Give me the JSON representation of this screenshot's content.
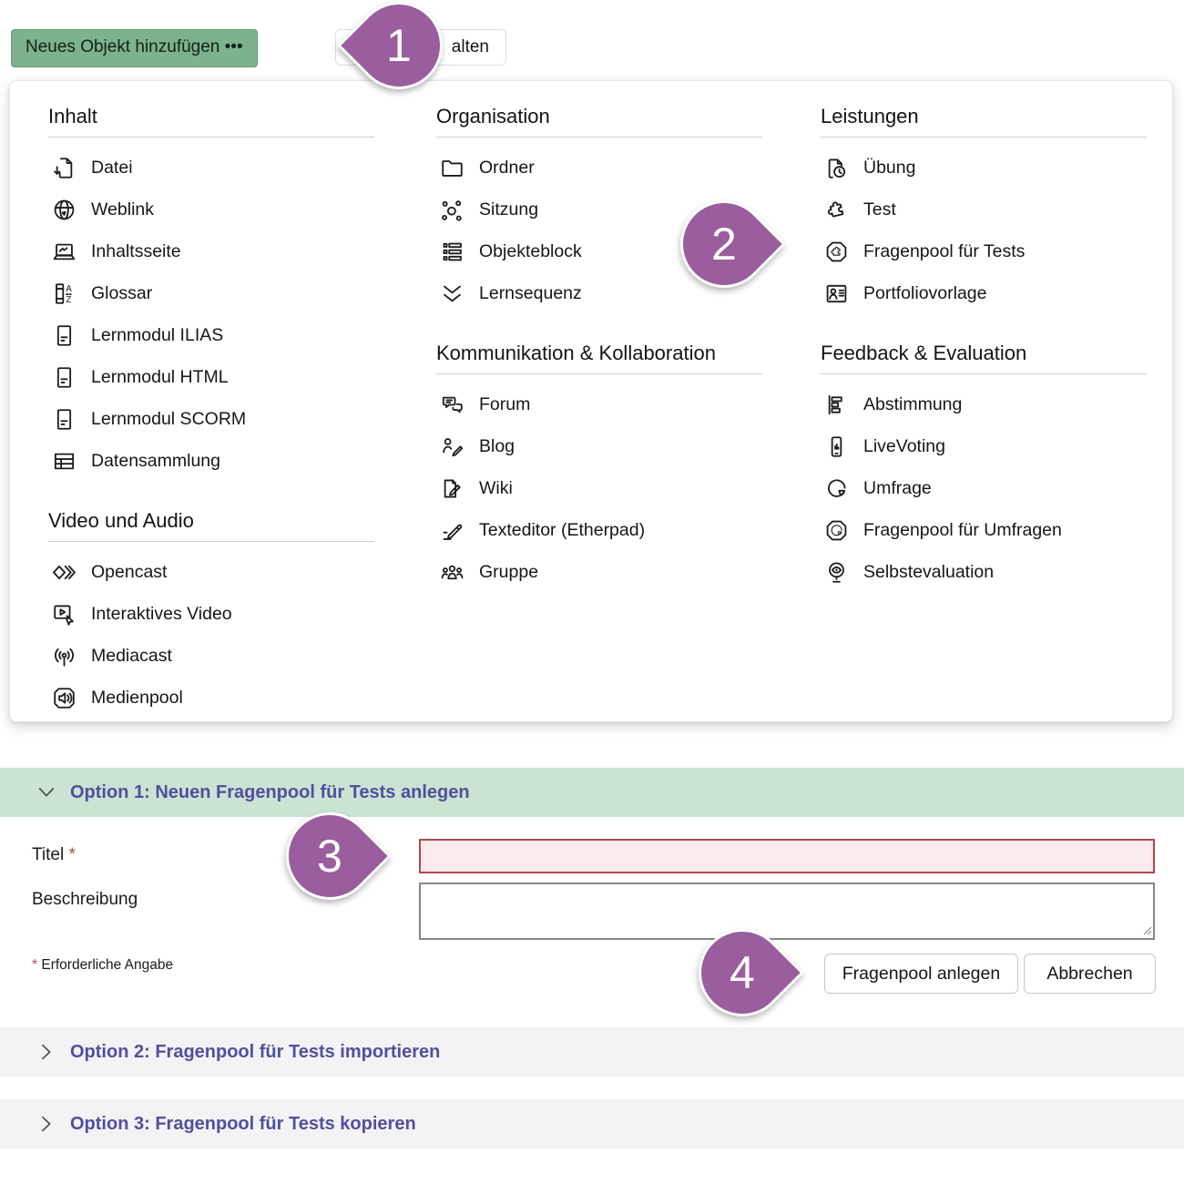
{
  "toolbar": {
    "add_object_button": "Neues Objekt hinzufügen •••",
    "partial_button_visible_label": "alten"
  },
  "menu": {
    "columns": [
      {
        "sections": [
          {
            "title": "Inhalt",
            "items": [
              {
                "icon": "file-download-icon",
                "label": "Datei"
              },
              {
                "icon": "globe-icon",
                "label": "Weblink"
              },
              {
                "icon": "content-page-icon",
                "label": "Inhaltsseite"
              },
              {
                "icon": "glossary-icon",
                "label": "Glossar"
              },
              {
                "icon": "learning-module-icon",
                "label": "Lernmodul ILIAS"
              },
              {
                "icon": "learning-module-icon",
                "label": "Lernmodul HTML"
              },
              {
                "icon": "learning-module-icon",
                "label": "Lernmodul SCORM"
              },
              {
                "icon": "data-collection-icon",
                "label": "Datensammlung"
              }
            ]
          },
          {
            "title": "Video und Audio",
            "items": [
              {
                "icon": "opencast-icon",
                "label": "Opencast"
              },
              {
                "icon": "interactive-video-icon",
                "label": "Interaktives Video"
              },
              {
                "icon": "mediacast-icon",
                "label": "Mediacast"
              },
              {
                "icon": "media-pool-icon",
                "label": "Medienpool"
              }
            ]
          }
        ]
      },
      {
        "sections": [
          {
            "title": "Organisation",
            "items": [
              {
                "icon": "folder-icon",
                "label": "Ordner"
              },
              {
                "icon": "session-icon",
                "label": "Sitzung"
              },
              {
                "icon": "item-group-icon",
                "label": "Objekteblock"
              },
              {
                "icon": "learning-sequence-icon",
                "label": "Lernsequenz"
              }
            ]
          },
          {
            "title": "Kommunikation & Kollabo­ration",
            "items": [
              {
                "icon": "forum-icon",
                "label": "Forum"
              },
              {
                "icon": "blog-icon",
                "label": "Blog"
              },
              {
                "icon": "wiki-icon",
                "label": "Wiki"
              },
              {
                "icon": "text-editor-icon",
                "label": "Texteditor (Etherpad)"
              },
              {
                "icon": "group-icon",
                "label": "Gruppe"
              }
            ]
          }
        ]
      },
      {
        "sections": [
          {
            "title": "Leistungen",
            "items": [
              {
                "icon": "exercise-icon",
                "label": "Übung"
              },
              {
                "icon": "test-icon",
                "label": "Test"
              },
              {
                "icon": "question-pool-test-icon",
                "label": "Fragenpool für Tests"
              },
              {
                "icon": "portfolio-template-icon",
                "label": "Portfoliovorlage"
              }
            ]
          },
          {
            "title": "Feedback & Evaluation",
            "items": [
              {
                "icon": "poll-icon",
                "label": "Abstimmung"
              },
              {
                "icon": "live-voting-icon",
                "label": "LiveVoting"
              },
              {
                "icon": "survey-icon",
                "label": "Umfrage"
              },
              {
                "icon": "question-pool-survey-icon",
                "label": "Fragenpool für Umfragen"
              },
              {
                "icon": "self-evaluation-icon",
                "label": "Selbstevaluation"
              }
            ]
          }
        ]
      }
    ]
  },
  "markers": {
    "m1": "1",
    "m2": "2",
    "m3": "3",
    "m4": "4"
  },
  "options": {
    "option1_title": "Option 1: Neuen Fragenpool für Tests anlegen",
    "option2_title": "Option 2: Fragenpool für Tests importieren",
    "option3_title": "Option 3: Fragenpool für Tests kopieren"
  },
  "form": {
    "title_label": "Titel",
    "required_mark": "*",
    "title_value": "",
    "description_label": "Beschreibung",
    "description_value": "",
    "required_note": "Erforderliche Angabe",
    "submit_label": "Fragenpool anlegen",
    "cancel_label": "Abbrechen"
  },
  "colors": {
    "primary_button_green": "#7eb28c",
    "option_open_green": "#cbe3d2",
    "option_closed_gray": "#f4f2f4",
    "option_text_purple": "#514f9e",
    "marker_purple": "#9a5d9e",
    "required_red": "#b0484e",
    "error_field_bg": "#fcebed"
  }
}
